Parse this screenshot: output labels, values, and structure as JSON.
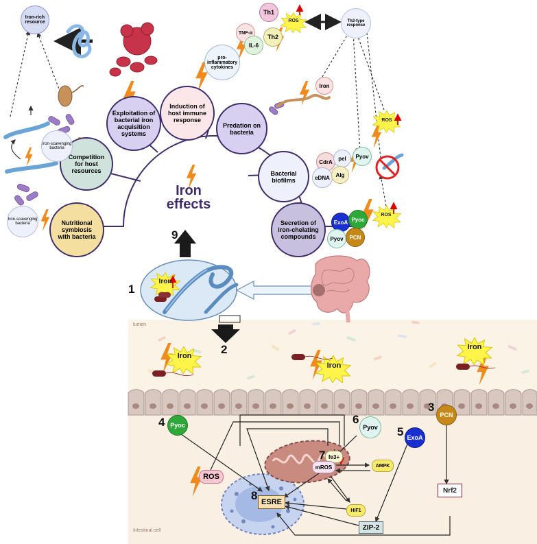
{
  "center": {
    "line1": "Iron",
    "line2": "effects"
  },
  "effects": {
    "nutritional": "Nutritional symbiosis with bacteria",
    "competition": "Competition for host resources",
    "exploitation": "Exploitation of bacterial iron acquisition systems",
    "induction": "Induction of host immune response",
    "predation": "Predation on bacteria",
    "biofilms": "Bacterial biofilms",
    "secretion": "Secretion of iron-chelating compounds"
  },
  "top": {
    "iron_rich": "Iron-rich resource",
    "iron_scav_1": "Iron-scavenging bacteria",
    "iron_scav_2": "iron-scavenging bacteria",
    "pro_inflam": "pro-inflammatory cytokines",
    "th1": "Th1",
    "th2": "Th2",
    "tnf": "TNF-α",
    "il6": "IL-6",
    "ros_top": "ROS",
    "th2_response": "Th2-type response",
    "iron_pred": "Iron",
    "ros_right": "ROS",
    "cdra": "CdrA",
    "pel": "pel",
    "pyov_bio": "Pyov",
    "edna": "eDNA",
    "alg": "Alg",
    "exoa_sec": "ExoA",
    "pyoc_sec": "Pyoc",
    "ros_sec": "ROS",
    "pyov_sec": "Pyov",
    "pcn_sec": "PCN"
  },
  "worm": {
    "iron": "Iron"
  },
  "numbers": {
    "n1": "1",
    "n2": "2",
    "n3": "3",
    "n4": "4",
    "n5": "5",
    "n6": "6",
    "n7": "7",
    "n8": "8",
    "n9": "9"
  },
  "lumen": {
    "label": "lumen",
    "iron_a": "Iron",
    "iron_b": "Iron",
    "iron_c": "Iron"
  },
  "cell": {
    "label": "Intestinal cell",
    "pcn": "PCN",
    "pyoc": "Pyoc",
    "pyov": "Pyov",
    "exoa": "ExoA",
    "fe3": "fe3+",
    "mros": "mROS",
    "ampk": "AMPK",
    "hif1": "HIF1",
    "esre": "ESRE",
    "zip2": "ZIP-2",
    "nrf2": "Nrf2",
    "ros": "ROS"
  }
}
